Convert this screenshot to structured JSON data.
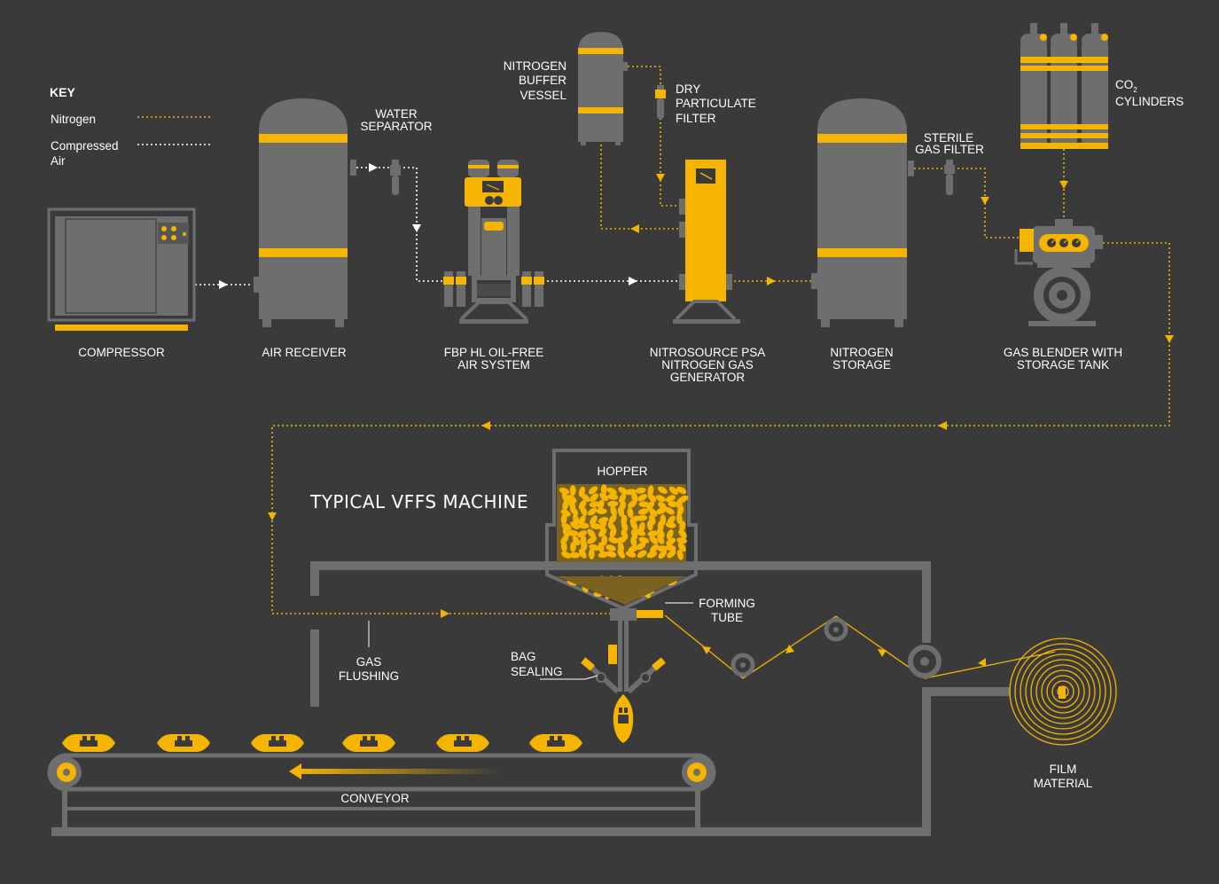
{
  "key": {
    "title": "KEY",
    "nitrogen": "Nitrogen",
    "compressed_air": [
      "Compressed",
      "Air"
    ]
  },
  "components": {
    "compressor": [
      "COMPRESSOR"
    ],
    "air_receiver": [
      "AIR RECEIVER"
    ],
    "water_separator": [
      "WATER",
      "SEPARATOR"
    ],
    "fbp": [
      "FBP HL OIL-FREE",
      "AIR SYSTEM"
    ],
    "buffer_vessel": [
      "NITROGEN",
      "BUFFER",
      "VESSEL"
    ],
    "dry_filter": [
      "DRY",
      "PARTICULATE",
      "FILTER"
    ],
    "nitrosource": [
      "NITROSOURCE PSA",
      "NITROGEN GAS",
      "GENERATOR"
    ],
    "nitrogen_storage": [
      "NITROGEN",
      "STORAGE"
    ],
    "sterile_filter": [
      "STERILE",
      "GAS FILTER"
    ],
    "co2": [
      "CO",
      "2",
      "CYLINDERS"
    ],
    "gas_blender": [
      "GAS BLENDER WITH",
      "STORAGE TANK"
    ]
  },
  "machine": {
    "title": "TYPICAL VFFS MACHINE",
    "hopper": "HOPPER",
    "forming_tube": [
      "FORMING",
      "TUBE"
    ],
    "gas_flushing": [
      "GAS",
      "FLUSHING"
    ],
    "bag_sealing": [
      "BAG",
      "SEALING"
    ],
    "conveyor": "CONVEYOR",
    "film_material": [
      "FILM",
      "MATERIAL"
    ]
  },
  "colors": {
    "background": "#3a3a3a",
    "equipment": "#6e6e6e",
    "accent": "#f5b400",
    "text": "#ffffff"
  }
}
